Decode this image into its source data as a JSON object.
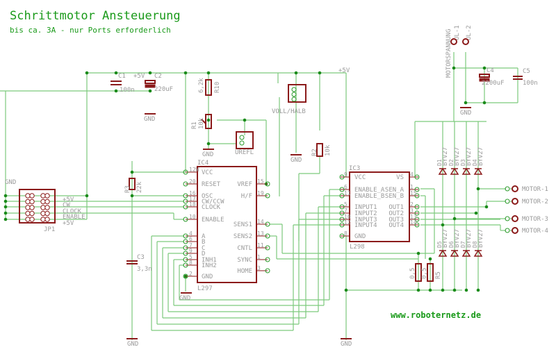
{
  "title": "Schrittmotor Ansteuerung",
  "subtitle": "bis ca. 3A - nur Ports erforderlich",
  "website": "www.roboternetz.de",
  "colors": {
    "title": "#1a9a1a",
    "wire": "#7cc97c",
    "part": "#8b1a1a",
    "label": "#9a9a9a",
    "junction": "#1a8a1a"
  },
  "labels": {
    "gnd": "GND",
    "vcc5": "+5V",
    "motorspannung": "MOTORSPANNUNG",
    "ul1": "UL-1",
    "ul2": "UL-2"
  },
  "components": {
    "c1": {
      "name": "C1",
      "value": "100n"
    },
    "c2": {
      "name": "C2",
      "value": "220uF",
      "net": "+5V"
    },
    "c3": {
      "name": "C3",
      "value": "3,3n"
    },
    "c4": {
      "name": "C4",
      "value": "2200uF"
    },
    "c5": {
      "name": "C5",
      "value": "100n"
    },
    "r1": {
      "name": "R1",
      "value": "10k"
    },
    "r2": {
      "name": "R2",
      "value": "10k"
    },
    "r3": {
      "name": "R3",
      "value": "22k"
    },
    "r10": {
      "name": "R10",
      "value": "6,2k"
    },
    "r4": {
      "name": "R4",
      "value": "0,5"
    },
    "r5": {
      "name": "R5",
      "value": "0,5"
    },
    "jp1": {
      "name": "JP1",
      "pins": [
        "+5V",
        "CW",
        "CLOCK",
        "ENABLE",
        "+5V"
      ]
    },
    "voll_halb": {
      "name": "VOLL/HALB"
    },
    "urefl": {
      "name": "UREFL"
    },
    "ic4": {
      "name": "IC4",
      "type": "L297",
      "left_pins": [
        {
          "num": "12W",
          "name": "VCC"
        },
        {
          "num": "20",
          "name": "RESET"
        },
        {
          "num": "16",
          "name": "OSC"
        },
        {
          "num": "17",
          "name": "CW/CCW"
        },
        {
          "num": "18",
          "name": "CLOCK"
        },
        {
          "num": "10",
          "name": "ENABLE"
        },
        {
          "num": "4",
          "name": "A"
        },
        {
          "num": "6",
          "name": "B"
        },
        {
          "num": "7",
          "name": "C"
        },
        {
          "num": "9",
          "name": "D"
        },
        {
          "num": "5",
          "name": "INH1"
        },
        {
          "num": "8",
          "name": "INH2"
        },
        {
          "num": "2",
          "name": "GND"
        }
      ],
      "right_pins": [
        {
          "num": "15",
          "name": "VREF"
        },
        {
          "num": "19",
          "name": "H/F"
        },
        {
          "num": "14",
          "name": "SENS1"
        },
        {
          "num": "13",
          "name": "SENS2"
        },
        {
          "num": "11",
          "name": "CNTL"
        },
        {
          "num": "1",
          "name": "SYNC"
        },
        {
          "num": "3",
          "name": "HOME"
        }
      ]
    },
    "ic3": {
      "name": "IC3",
      "type": "L298",
      "left_pins": [
        {
          "num": "9",
          "name": "VCC"
        },
        {
          "num": "6",
          "name": "ENABLE_A"
        },
        {
          "num": "11",
          "name": "ENABLE_B"
        },
        {
          "num": "5",
          "name": "INPUT1"
        },
        {
          "num": "7",
          "name": "INPUT2"
        },
        {
          "num": "10",
          "name": "INPUT3"
        },
        {
          "num": "12",
          "name": "INPUT4"
        },
        {
          "num": "8",
          "name": "GND"
        }
      ],
      "right_pins": [
        {
          "num": "4",
          "name": "VS"
        },
        {
          "num": "1",
          "name": "SEN_A"
        },
        {
          "num": "15",
          "name": "SEN_B"
        },
        {
          "num": "2",
          "name": "OUT1"
        },
        {
          "num": "3",
          "name": "OUT2"
        },
        {
          "num": "13",
          "name": "OUT3"
        },
        {
          "num": "14",
          "name": "OUT4"
        }
      ]
    },
    "diodes_top": [
      {
        "name": "D1",
        "type": "BYV27"
      },
      {
        "name": "D2",
        "type": "BYV27"
      },
      {
        "name": "D3",
        "type": "BYV27"
      },
      {
        "name": "D4",
        "type": "BYV27"
      }
    ],
    "diodes_bottom": [
      {
        "name": "D5",
        "type": "BYV27"
      },
      {
        "name": "D6",
        "type": "BYV27"
      },
      {
        "name": "D7",
        "type": "BYV27"
      },
      {
        "name": "D8",
        "type": "BYV27"
      }
    ],
    "motor_terminals": [
      "MOTOR-1",
      "MOTOR-2",
      "MOTOR-3",
      "MOTOR-4"
    ]
  }
}
